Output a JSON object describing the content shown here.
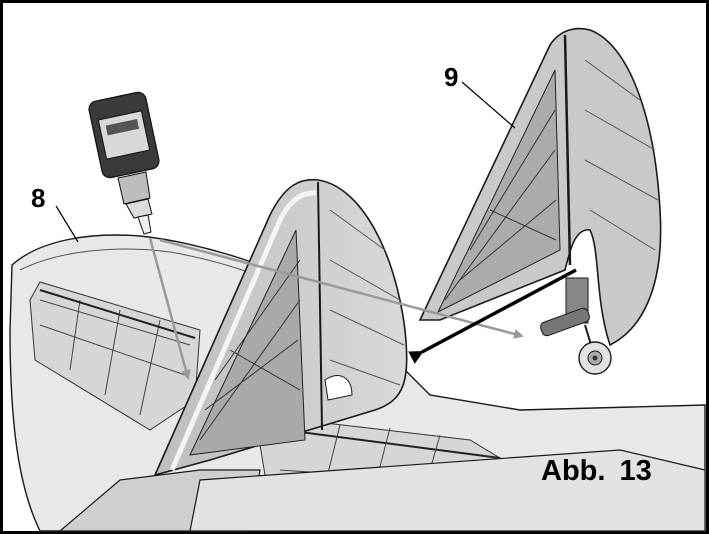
{
  "callouts": {
    "part_8": "8",
    "part_9": "9"
  },
  "figure": {
    "caption": "Abb. 13"
  },
  "colors": {
    "surface_light": "#e9e9e9",
    "surface_mid": "#c8c8c8",
    "surface_dark": "#8f8f8f",
    "outline": "#1a1a1a",
    "arrow_grey": "#9a9a9a",
    "arrow_black": "#000000"
  },
  "icons": {
    "glue_bottle": "glue-bottle-icon"
  }
}
